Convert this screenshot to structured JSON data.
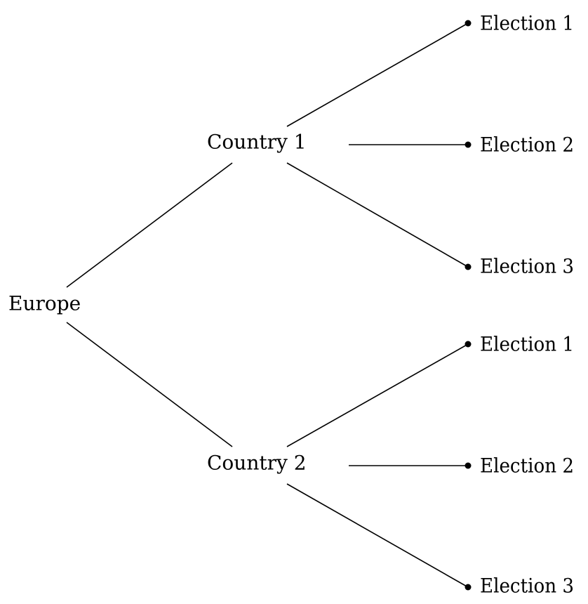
{
  "root": {
    "label": "Europe"
  },
  "countries": [
    {
      "label": "Country 1",
      "elections": [
        {
          "label": "Election 1"
        },
        {
          "label": "Election 2"
        },
        {
          "label": "Election 3"
        }
      ]
    },
    {
      "label": "Country 2",
      "elections": [
        {
          "label": "Election 1"
        },
        {
          "label": "Election 2"
        },
        {
          "label": "Election 3"
        }
      ]
    }
  ],
  "colors": {
    "line": "#000000",
    "text": "#000000",
    "background": "#ffffff"
  }
}
